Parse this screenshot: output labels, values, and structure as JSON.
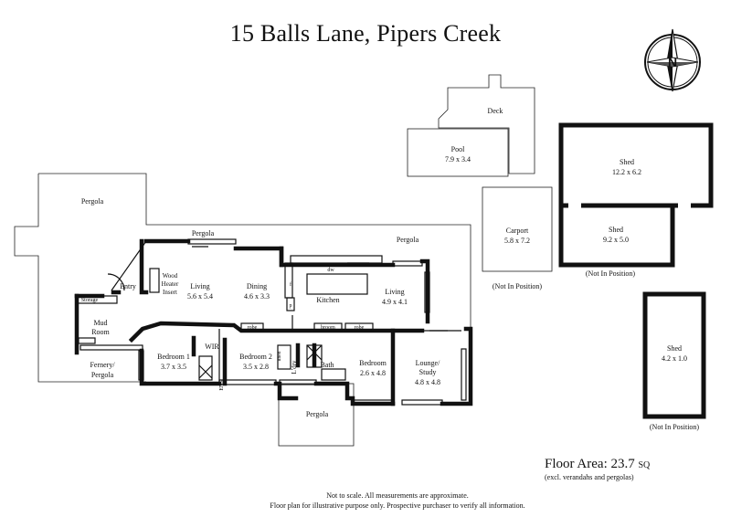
{
  "title": "15 Balls Lane, Pipers Creek",
  "floor_area": {
    "label": "Floor Area: 23.7",
    "unit": "SQ",
    "note": "(excl. verandahs and pergolas)"
  },
  "disclaimer": {
    "line1": "Not to scale. All measurements are approximate.",
    "line2": "Floor plan for illustrative purpose only. Prospective purchaser to verify all information."
  },
  "compass": {
    "letter": "N"
  },
  "rooms": {
    "deck": "Deck",
    "pool": {
      "name": "Pool",
      "dims": "7.9 x 3.4"
    },
    "shed_large": {
      "name": "Shed",
      "dims": "12.2 x 6.2"
    },
    "shed_mid": {
      "name": "Shed",
      "dims": "9.2 x 5.0"
    },
    "shed_small": {
      "name": "Shed",
      "dims": "4.2 x 1.0"
    },
    "carport": {
      "name": "Carport",
      "dims": "5.8 x 7.2"
    },
    "not_in_position": "(Not In Position)",
    "pergola": "Pergola",
    "fernery": "Fernery/",
    "fernery2": "Pergola",
    "storage": "Storage",
    "mud": "Mud",
    "mud2": "Room",
    "entry": "Entry",
    "wood1": "Wood",
    "wood2": "Heater",
    "wood3": "Insert",
    "living1": {
      "name": "Living",
      "dims": "5.6 x 5.4"
    },
    "dining": {
      "name": "Dining",
      "dims": "4.6 x 3.3"
    },
    "kitchen": "Kitchen",
    "dw": "dw",
    "f": "f",
    "p": "p",
    "living2": {
      "name": "Living",
      "dims": "4.9 x 4.1"
    },
    "bedroom1": {
      "name": "Bedroom 1",
      "dims": "3.7 x 3.5"
    },
    "wir": "WIR",
    "ens": "ENS",
    "bedroom2": {
      "name": "Bedroom 2",
      "dims": "3.5 x 2.8"
    },
    "robe": "robe",
    "linen": "linen",
    "ldry": "L'dry",
    "bath": "Bath",
    "broom": "broom",
    "bedroom3": {
      "name": "Bedroom",
      "dims": "2.6 x 4.8"
    },
    "lounge": {
      "name": "Lounge/",
      "name2": "Study",
      "dims": "4.8 x 4.8"
    }
  }
}
